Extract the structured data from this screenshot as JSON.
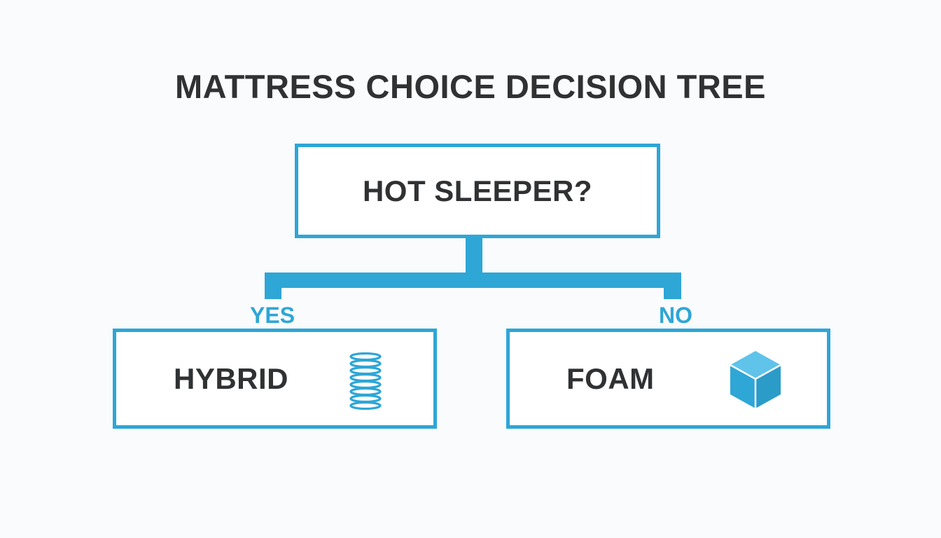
{
  "diagram": {
    "title": "MATTRESS CHOICE DECISION TREE",
    "root": {
      "label": "HOT SLEEPER?"
    },
    "branches": [
      {
        "edge_label": "YES",
        "outcome": "HYBRID",
        "icon": "spring-icon"
      },
      {
        "edge_label": "NO",
        "outcome": "FOAM",
        "icon": "cube-icon"
      }
    ],
    "colors": {
      "accent": "#2ea6d6",
      "text": "#2f3133",
      "background": "#fafbfc"
    }
  }
}
